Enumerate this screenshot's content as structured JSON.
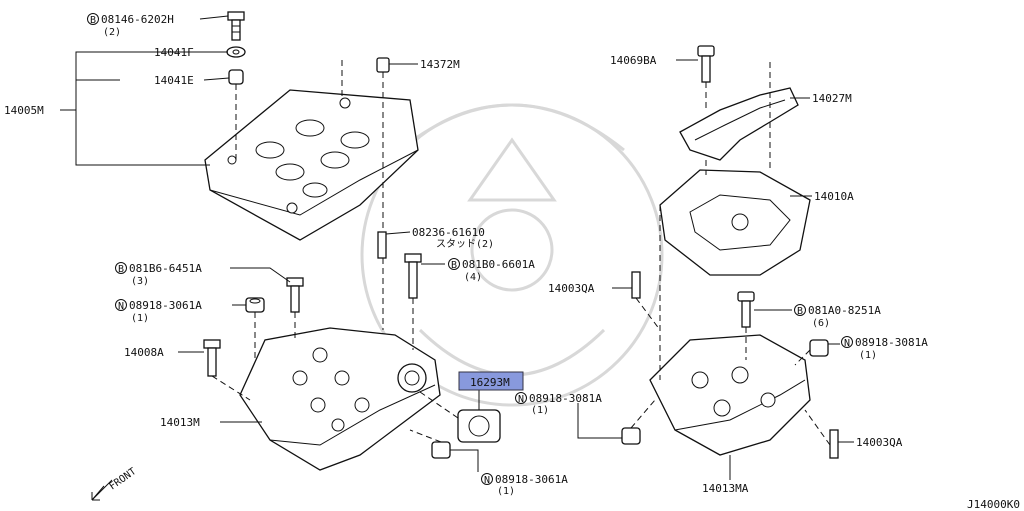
{
  "diagram_id": "J14000K0",
  "front_label": "FRONT",
  "highlight_color": "#8899dd",
  "callouts": [
    {
      "key": "c08146",
      "prefix": "B",
      "label": "08146-6202H",
      "sub": "(2)"
    },
    {
      "key": "c14041F",
      "prefix": "",
      "label": "14041F",
      "sub": ""
    },
    {
      "key": "c14041E",
      "prefix": "",
      "label": "14041E",
      "sub": ""
    },
    {
      "key": "c14005M",
      "prefix": "",
      "label": "14005M",
      "sub": ""
    },
    {
      "key": "c14372M",
      "prefix": "",
      "label": "14372M",
      "sub": ""
    },
    {
      "key": "c08236",
      "prefix": "",
      "label": "08236-61610",
      "sub": "スタッド(2)"
    },
    {
      "key": "c081B6",
      "prefix": "B",
      "label": "081B6-6451A",
      "sub": "(3)"
    },
    {
      "key": "c081B0",
      "prefix": "B",
      "label": "081B0-6601A",
      "sub": "(4)"
    },
    {
      "key": "c08918a",
      "prefix": "N",
      "label": "08918-3061A",
      "sub": "(1)"
    },
    {
      "key": "c14008A",
      "prefix": "",
      "label": "14008A",
      "sub": ""
    },
    {
      "key": "c16293M",
      "prefix": "",
      "label": "16293M",
      "sub": ""
    },
    {
      "key": "c08918b",
      "prefix": "N",
      "label": "08918-3081A",
      "sub": "(1)"
    },
    {
      "key": "c14013M",
      "prefix": "",
      "label": "14013M",
      "sub": ""
    },
    {
      "key": "c08918c",
      "prefix": "N",
      "label": "08918-3061A",
      "sub": "(1)"
    },
    {
      "key": "c14069BA",
      "prefix": "",
      "label": "14069BA",
      "sub": ""
    },
    {
      "key": "c14027M",
      "prefix": "",
      "label": "14027M",
      "sub": ""
    },
    {
      "key": "c14010A",
      "prefix": "",
      "label": "14010A",
      "sub": ""
    },
    {
      "key": "c14003QA1",
      "prefix": "",
      "label": "14003QA",
      "sub": ""
    },
    {
      "key": "c081A0",
      "prefix": "B",
      "label": "081A0-8251A",
      "sub": "(6)"
    },
    {
      "key": "c08918d",
      "prefix": "N",
      "label": "08918-3081A",
      "sub": "(1)"
    },
    {
      "key": "c14003QA2",
      "prefix": "",
      "label": "14003QA",
      "sub": ""
    },
    {
      "key": "c14013MA",
      "prefix": "",
      "label": "14013MA",
      "sub": ""
    }
  ]
}
